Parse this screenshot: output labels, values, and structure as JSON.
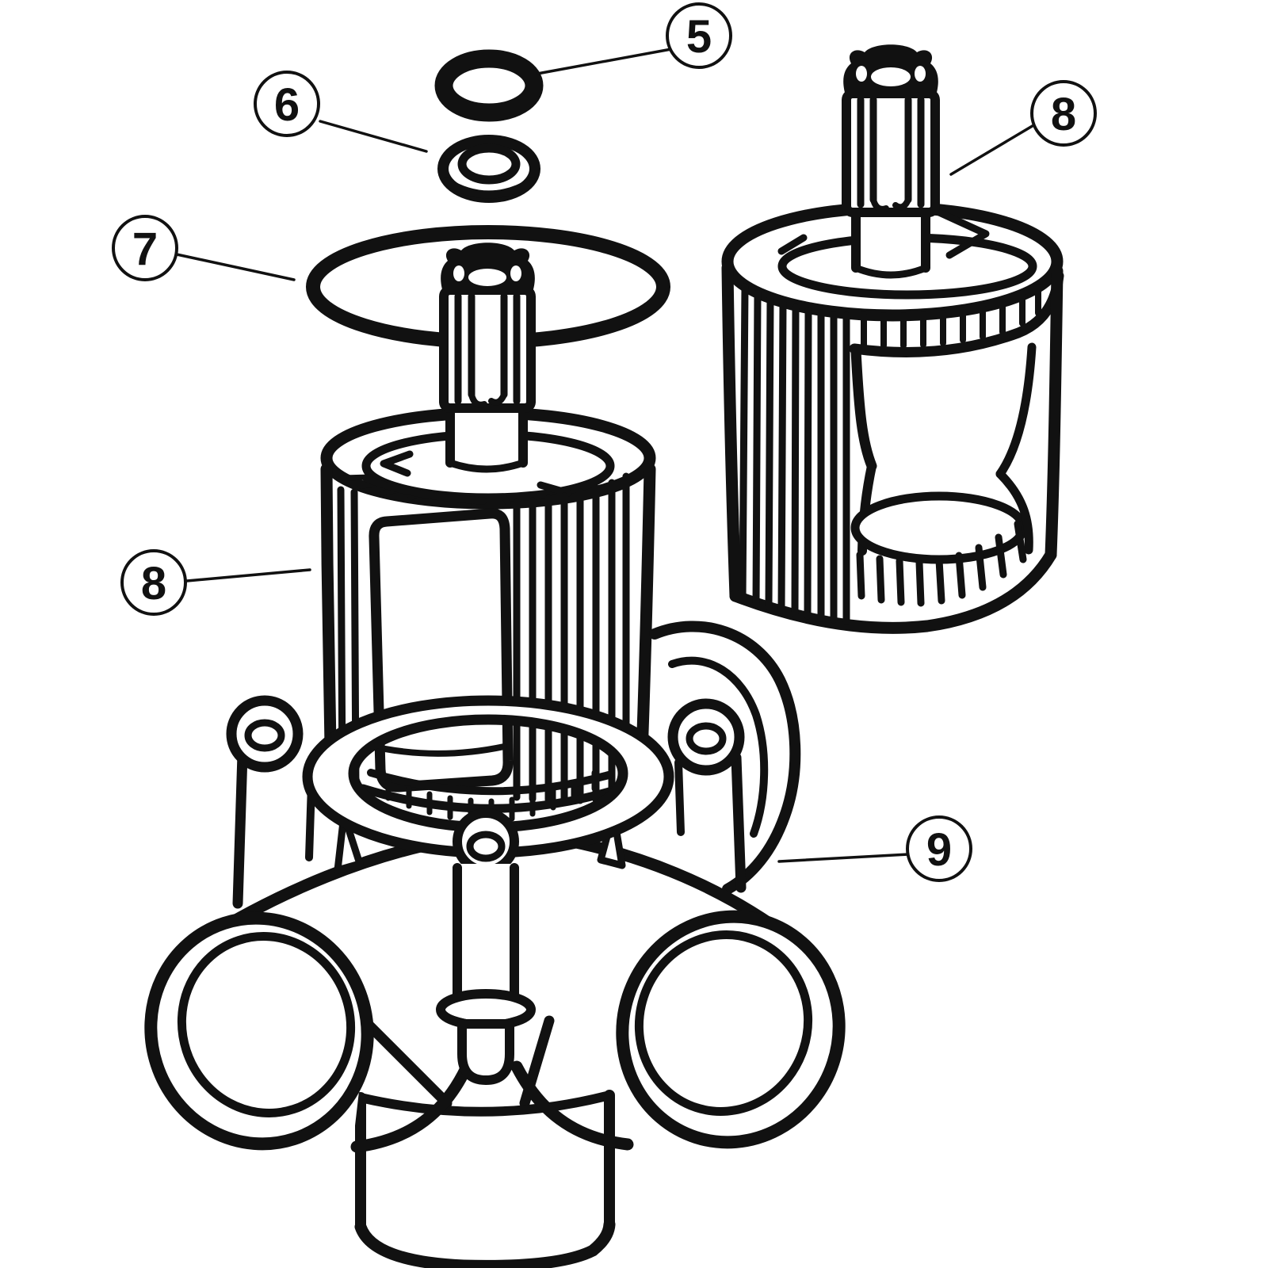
{
  "page": {
    "background_color": "#ffffff",
    "ink_color": "#111111",
    "type": "exploded-parts-diagram"
  },
  "callouts": [
    {
      "label": "5"
    },
    {
      "label": "6"
    },
    {
      "label": "7"
    },
    {
      "label": "8"
    },
    {
      "label": "8"
    },
    {
      "label": "9"
    }
  ]
}
